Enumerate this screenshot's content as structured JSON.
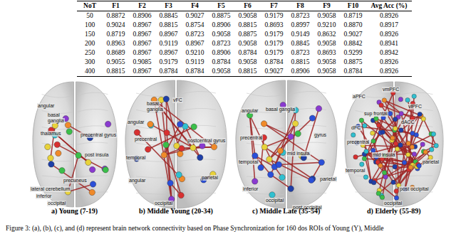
{
  "diagram": {
    "caption": "Figure 3: (a), (b), (c), and (d) represent brain network connectivity based on Phase Synchronization for 160 dos ROIs of Young (Y), Middle",
    "labels": [
      "NoT",
      "F1",
      "F2",
      "F3",
      "F4",
      "F5",
      "F6",
      "F7",
      "F8",
      "F9",
      "F10",
      "Avg Acc (%)",
      "50",
      "0.8872",
      "0.8906",
      "0.8845",
      "0.9027",
      "0.8875",
      "0.9058",
      "0.9179",
      "0.8723",
      "0.9058",
      "0.8719",
      "0.8926",
      "100",
      "0.9024",
      "0.8967",
      "0.8815",
      "0.8754",
      "0.8906",
      "0.8815",
      "0.8693",
      "0.8997",
      "0.9210",
      "0.8870",
      "0.8917",
      "150",
      "0.8719",
      "0.8967",
      "0.8967",
      "0.8723",
      "0.9058",
      "0.8875",
      "0.9179",
      "0.9149",
      "0.8632",
      "0.9027",
      "0.8926",
      "200",
      "0.8963",
      "0.8967",
      "0.9119",
      "0.8967",
      "0.8723",
      "0.9058",
      "0.9179",
      "0.8845",
      "0.9058",
      "0.8842",
      "0.8941",
      "250",
      "0.8689",
      "0.8967",
      "0.8967",
      "0.9210",
      "0.8906",
      "0.8784",
      "0.9179",
      "0.8723",
      "0.8693",
      "0.9299",
      "0.8942",
      "300",
      "0.9055",
      "0.9085",
      "0.9179",
      "0.9119",
      "0.8784",
      "0.9058",
      "0.8784",
      "0.8815",
      "0.9058",
      "0.8875",
      "0.8926",
      "400",
      "0.8815",
      "0.8967",
      "0.8784",
      "0.8784",
      "0.9058",
      "0.8815",
      "0.9027",
      "0.8906",
      "0.9058",
      "0.8784",
      "0.8926",
      "angular",
      "basal",
      "ganglia",
      "thalamus",
      "precentral gyrus",
      "post insula",
      "lateral cerebellum",
      "precuneus",
      "inferior",
      "occipital",
      "basal",
      "ganglia",
      "vFC",
      "angular",
      "precentral",
      "postcentral gyrus",
      "temporal",
      "angular",
      "parietal",
      "occipital",
      "angular",
      "basal ganglia",
      "precentral",
      "gyrus",
      "temporal",
      "mid insula",
      "inferior",
      "parietal",
      "occipital",
      "post occipital",
      "aPFC",
      "vmPFC",
      "vlPFC",
      "sup frontal",
      "dACC",
      "dFC",
      "precentral",
      "mid insula",
      "temporal",
      "parietal",
      "post occipital",
      "occipital",
      "a) Young (7-19)",
      "b) Middle Young (20-34)",
      "c) Middle Late (35-54)",
      "d) Elderly (55-89)"
    ]
  }
}
